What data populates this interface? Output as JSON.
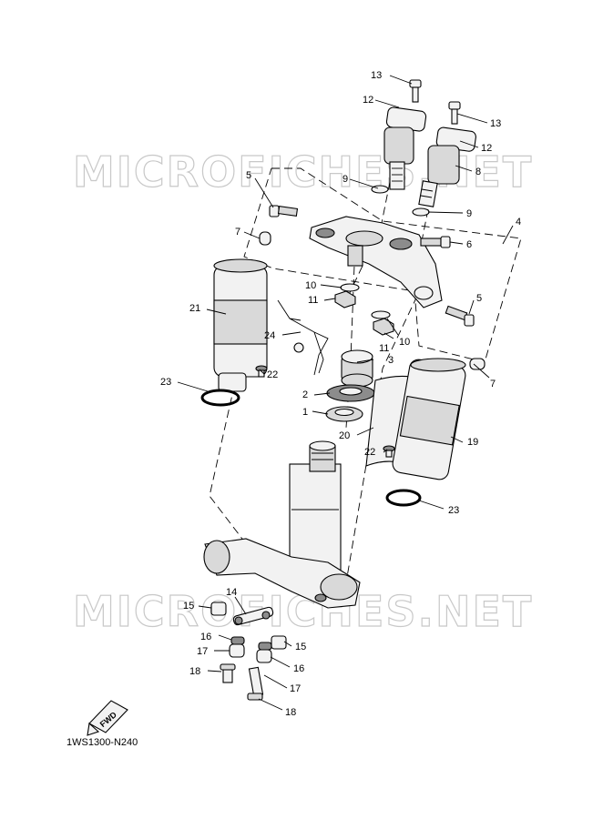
{
  "watermark": "MICROFICHES.NET",
  "diagram_code": "1WS1300-N240",
  "fwd_label": "FWD",
  "callouts": {
    "c1": "1",
    "c2": "2",
    "c3": "3",
    "c4": "4",
    "c5a": "5",
    "c5b": "5",
    "c6": "6",
    "c7a": "7",
    "c7b": "7",
    "c8": "8",
    "c9a": "9",
    "c9b": "9",
    "c10a": "10",
    "c10b": "10",
    "c11a": "11",
    "c11b": "11",
    "c12a": "12",
    "c12b": "12",
    "c13a": "13",
    "c13b": "13",
    "c14": "14",
    "c15a": "15",
    "c15b": "15",
    "c16a": "16",
    "c16b": "16",
    "c17a": "17",
    "c17b": "17",
    "c18a": "18",
    "c18b": "18",
    "c19": "19",
    "c20": "20",
    "c21": "21",
    "c22a": "22",
    "c22b": "22",
    "c23a": "23",
    "c23b": "23",
    "c24": "24"
  }
}
